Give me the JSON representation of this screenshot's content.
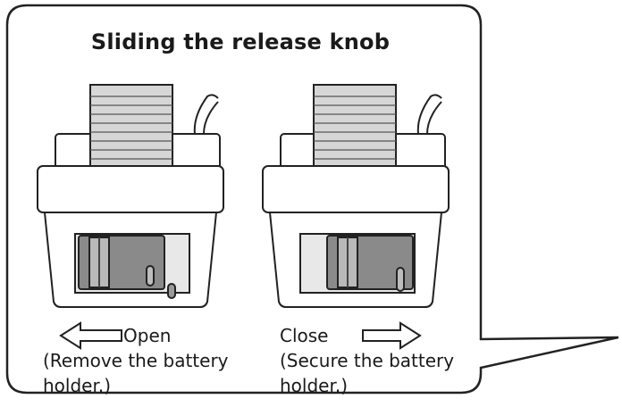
{
  "title": "Sliding the release knob",
  "left": {
    "direction_label": "Open",
    "note_line1": "(Remove the battery",
    "note_line2": "holder.)"
  },
  "right": {
    "direction_label": "Close",
    "note_line1": "(Secure the battery",
    "note_line2": "holder.)"
  },
  "colors": {
    "stroke": "#222222",
    "shade": "#cfcfcf",
    "dark_shade": "#9a9a9a",
    "knob": "#7a7a7a",
    "background": "#ffffff"
  },
  "icons": [
    "arrow-left-icon",
    "arrow-right-icon"
  ]
}
